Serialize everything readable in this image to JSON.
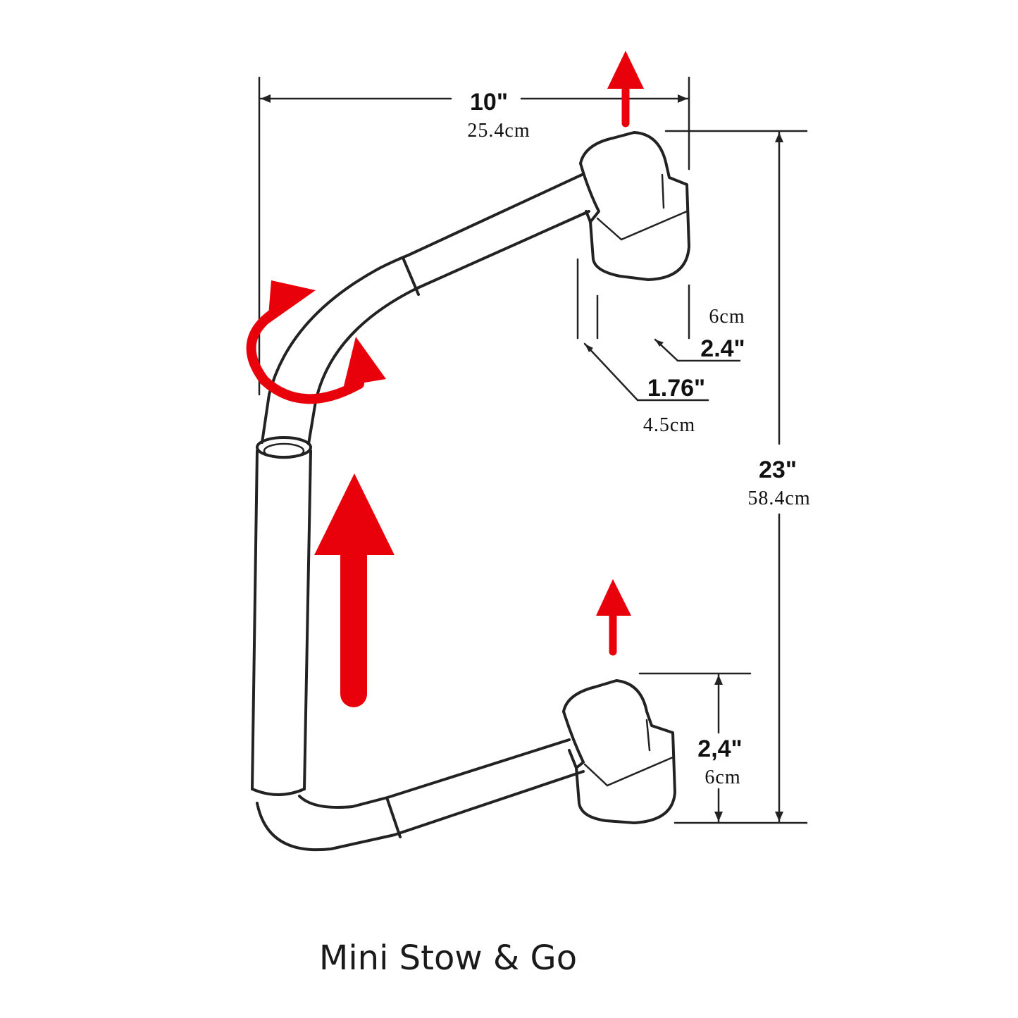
{
  "dimensions": {
    "width_in": "10\"",
    "width_cm": "25.4cm",
    "height_in": "23\"",
    "height_cm": "58.4cm",
    "top_depth_in": "2.4\"",
    "top_depth_cm": "6cm",
    "mount_width_in": "1.76\"",
    "mount_width_cm": "4.5cm",
    "bottom_depth_in": "2,4\"",
    "bottom_depth_cm": "6cm"
  },
  "caption": "Mini Stow & Go",
  "colors": {
    "arrow": "#e8000b",
    "line": "#222222",
    "background": "#ffffff"
  },
  "icons": [
    "rotate-arrow-icon",
    "up-arrow-icon"
  ]
}
